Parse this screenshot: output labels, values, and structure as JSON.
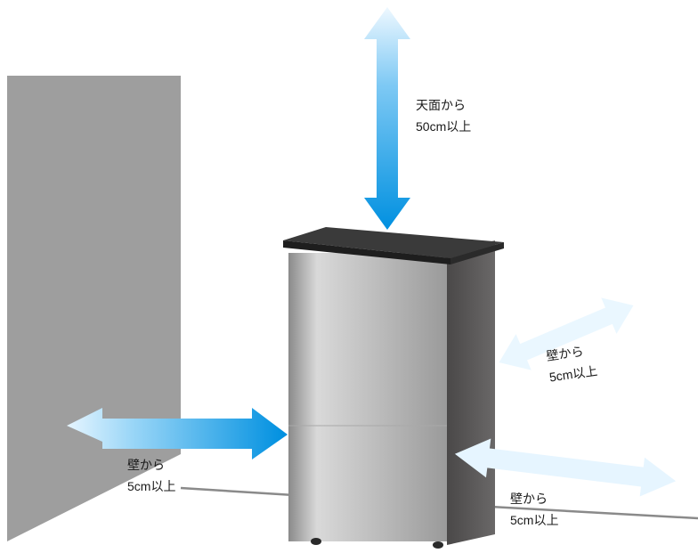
{
  "labels": {
    "top": {
      "line1": "天面から",
      "line2": "50cm以上"
    },
    "left": {
      "line1": "壁から",
      "line2": "5cm以上"
    },
    "right_upper": {
      "line1": "壁から",
      "line2": "5cm以上"
    },
    "right_lower": {
      "line1": "壁から",
      "line2": "5cm以上"
    }
  },
  "colors": {
    "arrow_deep": "#0090e0",
    "arrow_light": "#e6f5ff",
    "wall": "#9e9e9e",
    "unit_top": "#3a3a3a",
    "unit_body_light": "#d4d4d4",
    "unit_body_dark": "#8f8f8f",
    "unit_side": "#5a5858",
    "floor_line": "#8a8a8a"
  }
}
